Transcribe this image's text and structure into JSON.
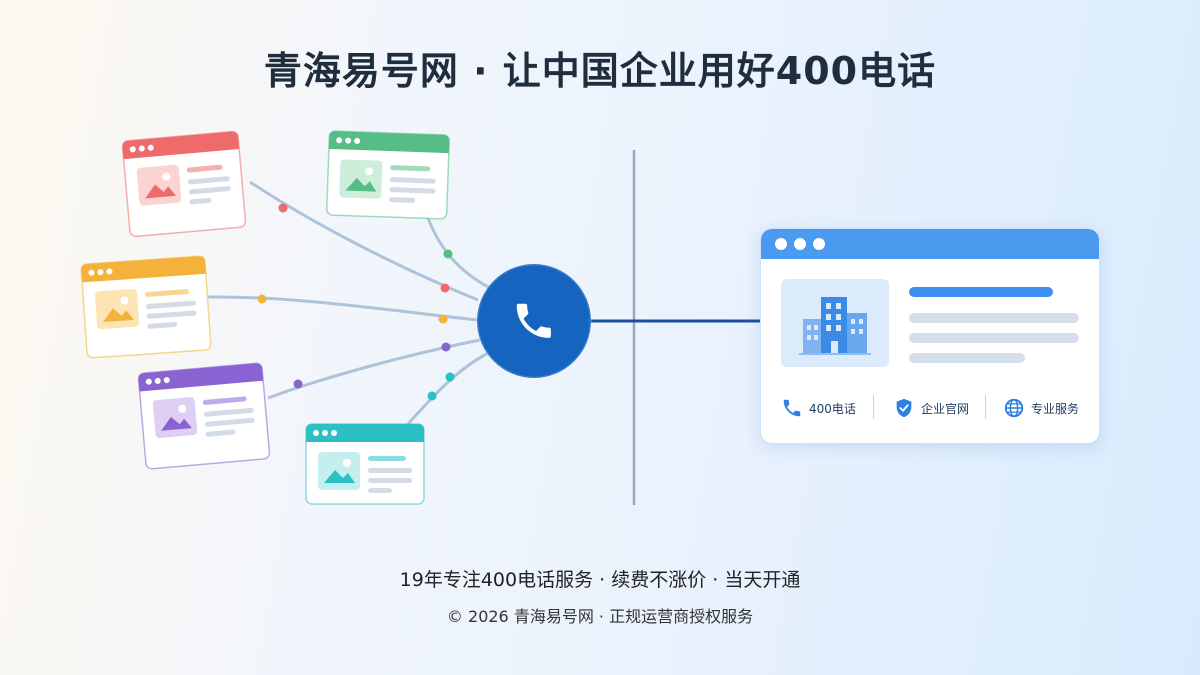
{
  "title": "青海易号网 · 让中国企业用好400电话",
  "footer": {
    "tagline": "19年专注400电话服务 · 续费不涨价 · 当天开通",
    "copyright": "© 2026 青海易号网 · 正规运营商授权服务"
  },
  "website": {
    "features": [
      {
        "label": "400电话",
        "icon": "phone-icon"
      },
      {
        "label": "企业官网",
        "icon": "shield-check-icon"
      },
      {
        "label": "专业服务",
        "icon": "globe-icon"
      }
    ]
  },
  "colors": {
    "hub": "#1565c0",
    "red": "#ef6b6b",
    "green": "#55bd85",
    "orange": "#f4b23a",
    "purple": "#8a63d2",
    "teal": "#2cc0c4",
    "accent_blue": "#4a9af0"
  },
  "source_windows": [
    {
      "color": "red"
    },
    {
      "color": "green"
    },
    {
      "color": "orange"
    },
    {
      "color": "purple"
    },
    {
      "color": "teal"
    }
  ]
}
